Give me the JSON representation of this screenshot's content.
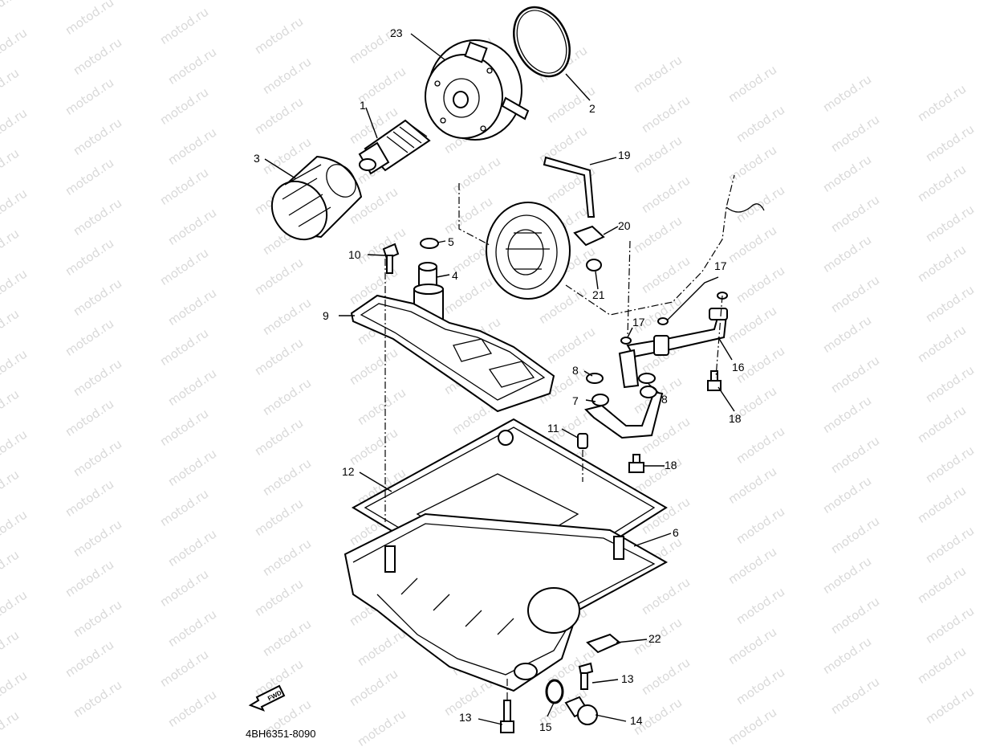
{
  "watermark_text": "motod.ru",
  "part_code": "4BH6351-8090",
  "fwd_label": "FWD",
  "callouts": [
    {
      "id": "c23",
      "text": "23"
    },
    {
      "id": "c2",
      "text": "2"
    },
    {
      "id": "c1",
      "text": "1"
    },
    {
      "id": "c3",
      "text": "3"
    },
    {
      "id": "c19",
      "text": "19"
    },
    {
      "id": "c5",
      "text": "5"
    },
    {
      "id": "c20",
      "text": "20"
    },
    {
      "id": "c10",
      "text": "10"
    },
    {
      "id": "c4",
      "text": "4"
    },
    {
      "id": "c21",
      "text": "21"
    },
    {
      "id": "c17a",
      "text": "17"
    },
    {
      "id": "c9",
      "text": "9"
    },
    {
      "id": "c17b",
      "text": "17"
    },
    {
      "id": "c16",
      "text": "16"
    },
    {
      "id": "c8a",
      "text": "8"
    },
    {
      "id": "c8b",
      "text": "8"
    },
    {
      "id": "c7",
      "text": "7"
    },
    {
      "id": "c18a",
      "text": "18"
    },
    {
      "id": "c11",
      "text": "11"
    },
    {
      "id": "c18b",
      "text": "18"
    },
    {
      "id": "c12",
      "text": "12"
    },
    {
      "id": "c6",
      "text": "6"
    },
    {
      "id": "c22",
      "text": "22"
    },
    {
      "id": "c13a",
      "text": "13"
    },
    {
      "id": "c13b",
      "text": "13"
    },
    {
      "id": "c14",
      "text": "14"
    },
    {
      "id": "c15",
      "text": "15"
    }
  ]
}
